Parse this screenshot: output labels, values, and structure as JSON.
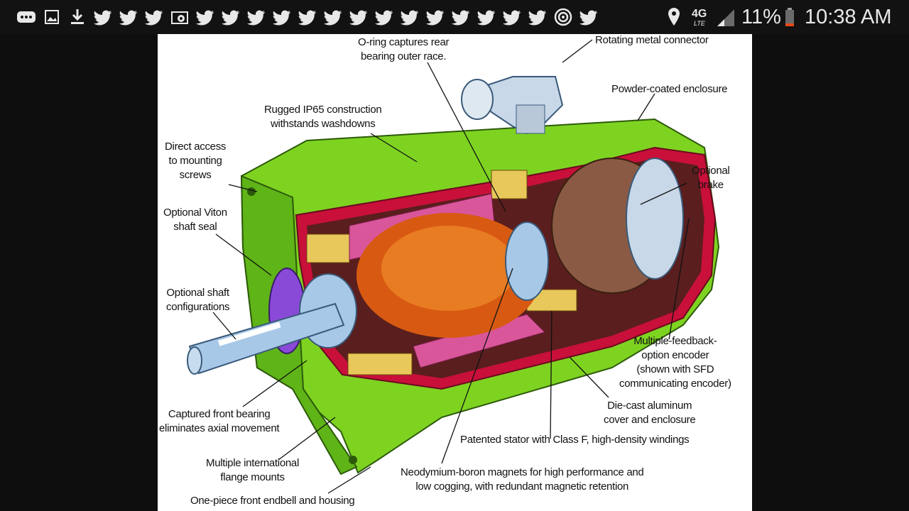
{
  "status_bar": {
    "left_icons": [
      "more-icon",
      "image-icon",
      "download-icon",
      "twitter-icon",
      "twitter-icon",
      "twitter-icon",
      "email-icon",
      "twitter-icon",
      "twitter-icon",
      "twitter-icon",
      "twitter-icon",
      "twitter-icon",
      "twitter-icon",
      "twitter-icon",
      "twitter-icon",
      "twitter-icon",
      "twitter-icon",
      "twitter-icon",
      "twitter-icon",
      "twitter-icon",
      "twitter-icon",
      "target-icon",
      "twitter-icon"
    ],
    "right_icons": [
      "location-icon",
      "4g-lte-icon",
      "signal-icon"
    ],
    "network": "4G",
    "network_sub": "LTE",
    "battery_percent": "11%",
    "time": "10:38 AM"
  },
  "diagram": {
    "labels": {
      "oring": "O-ring captures rear\nbearing outer race.",
      "connector": "Rotating metal connector",
      "powder": "Powder-coated enclosure",
      "rugged": "Rugged IP65 construction\nwithstands washdowns",
      "direct": "Direct access\nto mounting\nscrews",
      "brake": "Optional\nbrake",
      "viton": "Optional Viton\nshaft seal",
      "shaft": "Optional shaft\nconfigurations",
      "encoder": "Multiple-feedback-\noption encoder\n(shown with SFD\ncommunicating encoder)",
      "diecast": "Die-cast aluminum\ncover and enclosure",
      "bearing": "Captured front bearing\neliminates axial movement",
      "stator": "Patented stator with Class F, high-density windings",
      "flange": "Multiple international\nflange mounts",
      "magnets": "Neodymium-boron magnets for high performance and\nlow cogging, with redundant magnetic retention",
      "endbell": "One-piece front endbell and housing"
    }
  },
  "colors": {
    "housing_green": "#7ed321",
    "housing_dark": "#3f8f0f",
    "seal_red": "#c8103a",
    "winding_orange": "#d85a12",
    "magnet_pink": "#d9569a",
    "brake_brown": "#8a5a44",
    "shaft_blue": "#a8c8e8"
  }
}
